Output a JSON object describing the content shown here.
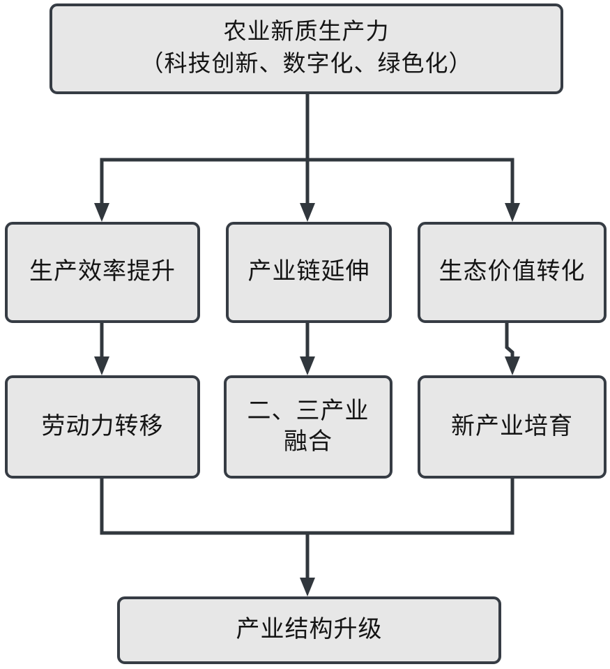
{
  "nodes": {
    "root": {
      "line1": "农业新质生产力",
      "line2": "（科技创新、数字化、绿色化）"
    },
    "mid_left": {
      "label": "生产效率提升"
    },
    "mid_center": {
      "label": "产业链延伸"
    },
    "mid_right": {
      "label": "生态价值转化"
    },
    "low_left": {
      "label": "劳动力转移"
    },
    "low_center": {
      "line1": "二、三产业",
      "line2": "融合"
    },
    "low_right": {
      "label": "新产业培育"
    },
    "bottom": {
      "label": "产业结构升级"
    }
  },
  "edges": [
    {
      "from": "农业新质生产力（科技创新、数字化、绿色化）",
      "to": "生产效率提升"
    },
    {
      "from": "农业新质生产力（科技创新、数字化、绿色化）",
      "to": "产业链延伸"
    },
    {
      "from": "农业新质生产力（科技创新、数字化、绿色化）",
      "to": "生态价值转化"
    },
    {
      "from": "生产效率提升",
      "to": "劳动力转移"
    },
    {
      "from": "产业链延伸",
      "to": "二、三产业融合"
    },
    {
      "from": "生态价值转化",
      "to": "新产业培育"
    },
    {
      "from": "劳动力转移",
      "to": "产业结构升级"
    },
    {
      "from": "新产业培育",
      "to": "产业结构升级"
    }
  ],
  "colors": {
    "background": "#ffffff",
    "box_fill": "#e7e7e7",
    "box_border": "#363c44",
    "line": "#31373d",
    "text": "#141414"
  }
}
